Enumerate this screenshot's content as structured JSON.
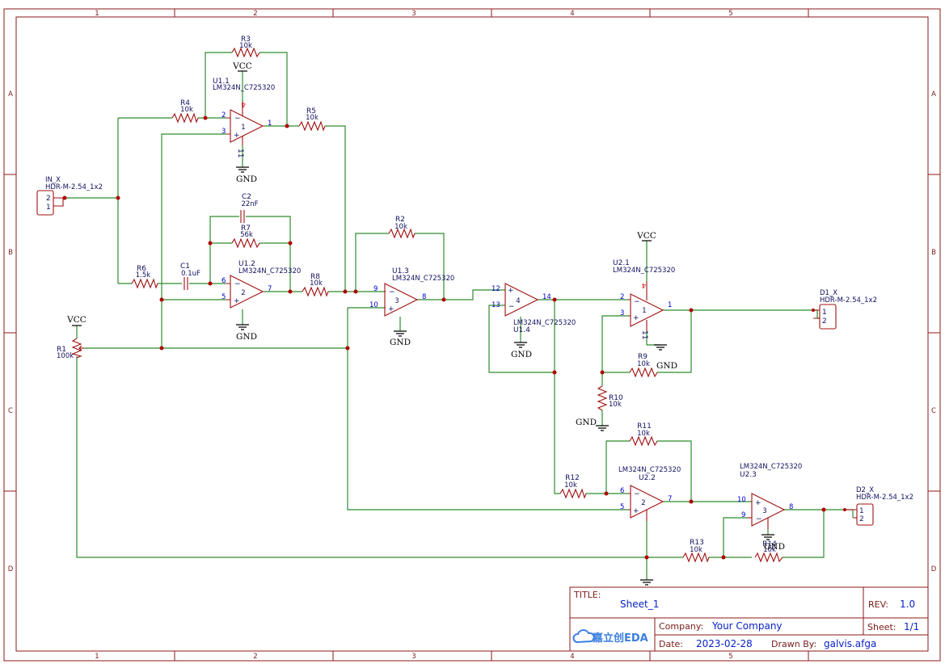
{
  "frame": {
    "columns": [
      "1",
      "2",
      "3",
      "4",
      "5"
    ],
    "rows": [
      "A",
      "B",
      "C",
      "D"
    ]
  },
  "title_block": {
    "title_label": "TITLE:",
    "title_value": "Sheet_1",
    "rev_label": "REV:",
    "rev_value": "1.0",
    "company_label": "Company:",
    "company_value": "Your Company",
    "sheet_label": "Sheet:",
    "sheet_value": "1/1",
    "date_label": "Date:",
    "date_value": "2023-02-28",
    "drawn_label": "Drawn By:",
    "drawn_value": "galvis.afga",
    "logo_text": "嘉立创EDA"
  },
  "colors": {
    "wire": "#2e8b2e",
    "part": "#a01010",
    "junction": "#b00000",
    "pin_number": "#0000cc",
    "label": "#101060"
  },
  "components": {
    "in_x": {
      "ref": "IN_X",
      "value": "HDR-M-2.54_1x2",
      "pin2": "2",
      "pin1": "1"
    },
    "d1_x": {
      "ref": "D1_X",
      "value": "HDR-M-2.54_1x2",
      "pin1": "1",
      "pin2": "2"
    },
    "d2_x": {
      "ref": "D2_X",
      "value": "HDR-M-2.54_1x2",
      "pin1": "1",
      "pin2": "2"
    },
    "r1": {
      "ref": "R1",
      "value": "100k"
    },
    "r2": {
      "ref": "R2",
      "value": "10k"
    },
    "r3": {
      "ref": "R3",
      "value": "10k"
    },
    "r4": {
      "ref": "R4",
      "value": "10k"
    },
    "r5": {
      "ref": "R5",
      "value": "10k"
    },
    "r6": {
      "ref": "R6",
      "value": "1.5k"
    },
    "r7": {
      "ref": "R7",
      "value": "56k"
    },
    "r8": {
      "ref": "R8",
      "value": "10k"
    },
    "r9": {
      "ref": "R9",
      "value": "10k"
    },
    "r10": {
      "ref": "R10",
      "value": "10k"
    },
    "r11": {
      "ref": "R11",
      "value": "10k"
    },
    "r12": {
      "ref": "R12",
      "value": "10k"
    },
    "r13": {
      "ref": "R13",
      "value": "10k"
    },
    "r14": {
      "ref": "R14",
      "value": "10k"
    },
    "c1": {
      "ref": "C1",
      "value": "0.1uF"
    },
    "c2": {
      "ref": "C2",
      "value": "22nF"
    },
    "u1_1": {
      "ref": "U1.1",
      "value": "LM324N_C725320",
      "unit": "1",
      "pin_inv": "2",
      "pin_non": "3",
      "pin_out": "1",
      "pin_vcc": "4",
      "pin_gnd": "11"
    },
    "u1_2": {
      "ref": "U1.2",
      "value": "LM324N_C725320",
      "unit": "2",
      "pin_inv": "6",
      "pin_non": "5",
      "pin_out": "7"
    },
    "u1_3": {
      "ref": "U1.3",
      "value": "LM324N_C725320",
      "unit": "3",
      "pin_inv": "9",
      "pin_non": "10",
      "pin_out": "8"
    },
    "u1_4": {
      "ref": "U1.4",
      "value": "LM324N_C725320",
      "unit": "4",
      "pin_non": "12",
      "pin_inv": "13",
      "pin_out": "14"
    },
    "u2_1": {
      "ref": "U2.1",
      "value": "LM324N_C725320",
      "unit": "1",
      "pin_inv": "2",
      "pin_non": "3",
      "pin_out": "1",
      "pin_vcc": "4",
      "pin_gnd": "11"
    },
    "u2_2": {
      "ref": "U2.2",
      "value": "LM324N_C725320",
      "unit": "2",
      "pin_inv": "6",
      "pin_non": "5",
      "pin_out": "7"
    },
    "u2_3": {
      "ref": "U2.3",
      "value": "LM324N_C725320",
      "unit": "3",
      "pin_non": "10",
      "pin_inv": "9",
      "pin_out": "8"
    }
  },
  "power": {
    "vcc": "VCC",
    "gnd": "GND"
  }
}
